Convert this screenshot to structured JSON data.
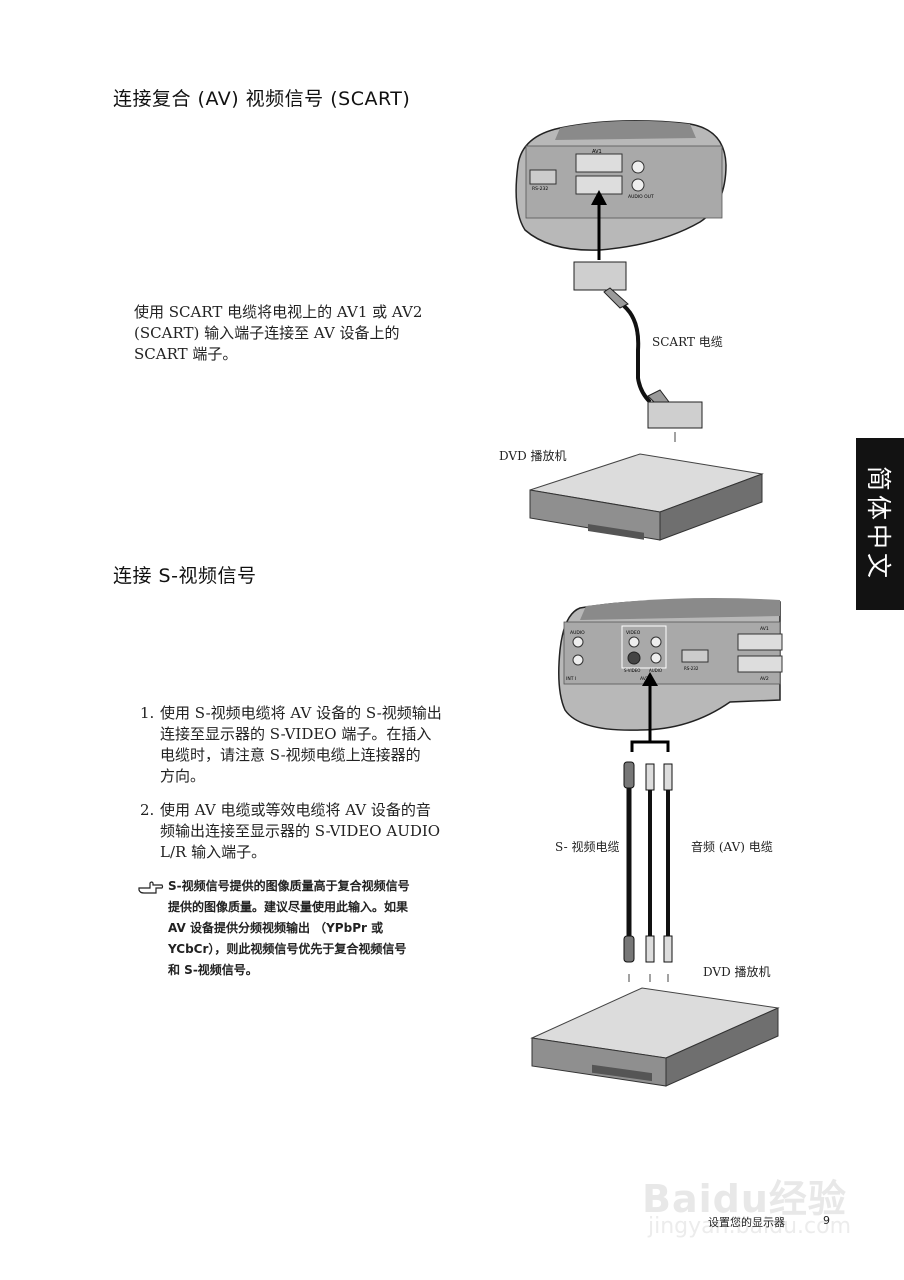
{
  "side_tab": {
    "label": "简体中文"
  },
  "section_scart": {
    "heading": "连接复合 (AV) 视频信号 (SCART)",
    "paragraph_lines": [
      "使用 SCART 电缆将电视上的 AV1 或 AV2",
      "(SCART) 输入端子连接至 AV 设备上的",
      "SCART 端子。"
    ],
    "panel_labels": {
      "av1": "AV1",
      "rs232": "RS-232",
      "audio_out": "AUDIO OUT"
    },
    "cable_label": "SCART 电缆",
    "device_label": "DVD 播放机"
  },
  "section_svideo": {
    "heading": "连接 S-视频信号",
    "steps": [
      {
        "num": "1.",
        "lines": [
          "使用 S-视频电缆将 AV 设备的 S-视频输出",
          "连接至显示器的 S-VIDEO 端子。在插入",
          "电缆时，请注意 S-视频电缆上连接器的",
          "方向。"
        ]
      },
      {
        "num": "2.",
        "lines": [
          "使用 AV 电缆或等效电缆将 AV 设备的音",
          "频输出连接至显示器的 S-VIDEO AUDIO",
          "L/R 输入端子。"
        ]
      }
    ],
    "note_lines": [
      "S-视频信号提供的图像质量高于复合视频信号",
      "提供的图像质量。建议尽量使用此输入。如果",
      "AV 设备提供分频视频输出 （YPbPr 或",
      "YCbCr），则此视频信号优先于复合视频信号",
      "和 S-视频信号。"
    ],
    "panel_labels": {
      "audio": "AUDIO",
      "video": "VIDEO",
      "svideo": "S-VIDEO",
      "audio2": "AUDIO",
      "av2": "AV2",
      "rs232": "RS-232",
      "av1": "AV1",
      "av2b": "AV2",
      "int": "INT I"
    },
    "cable_label_left": "S- 视频电缆",
    "cable_label_right": "音频 (AV) 电缆",
    "device_label": "DVD 播放机"
  },
  "footer": {
    "text": "设置您的显示器",
    "page_number": "9",
    "watermark": "Baidu经验",
    "watermark_url": "jingyan.baidu.com"
  }
}
